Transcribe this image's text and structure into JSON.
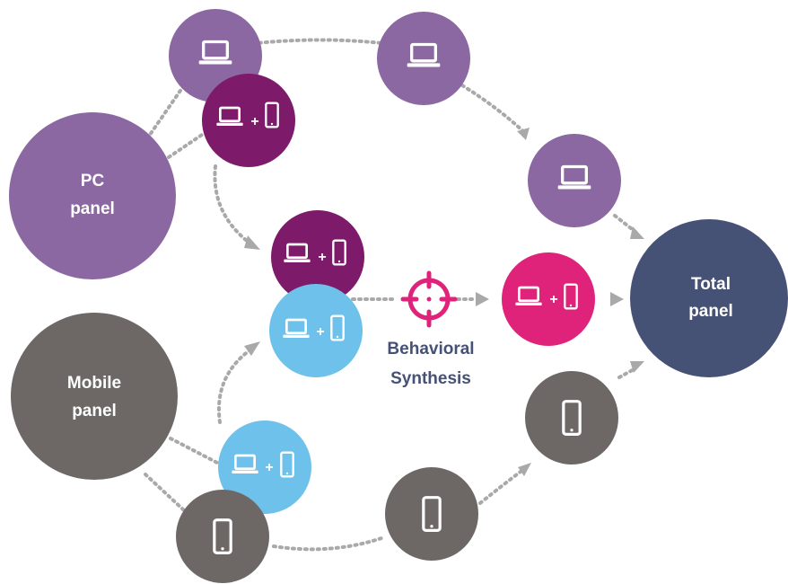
{
  "colors": {
    "pc": "#8c68a2",
    "pc_dark": "#7d1a6a",
    "mobile": "#6d6866",
    "blue": "#6ec1ea",
    "total": "#465275",
    "magenta": "#e0237a",
    "connector": "#a9a9a9",
    "icon": "#ffffff"
  },
  "panels": {
    "pc": {
      "line1": "PC",
      "line2": "panel"
    },
    "mobile": {
      "line1": "Mobile",
      "line2": "panel"
    },
    "total": {
      "line1": "Total",
      "line2": "panel"
    }
  },
  "synthesis": {
    "line1": "Behavioral",
    "line2": "Synthesis",
    "icon": "crosshair-target-icon"
  },
  "plus_sign": "+"
}
